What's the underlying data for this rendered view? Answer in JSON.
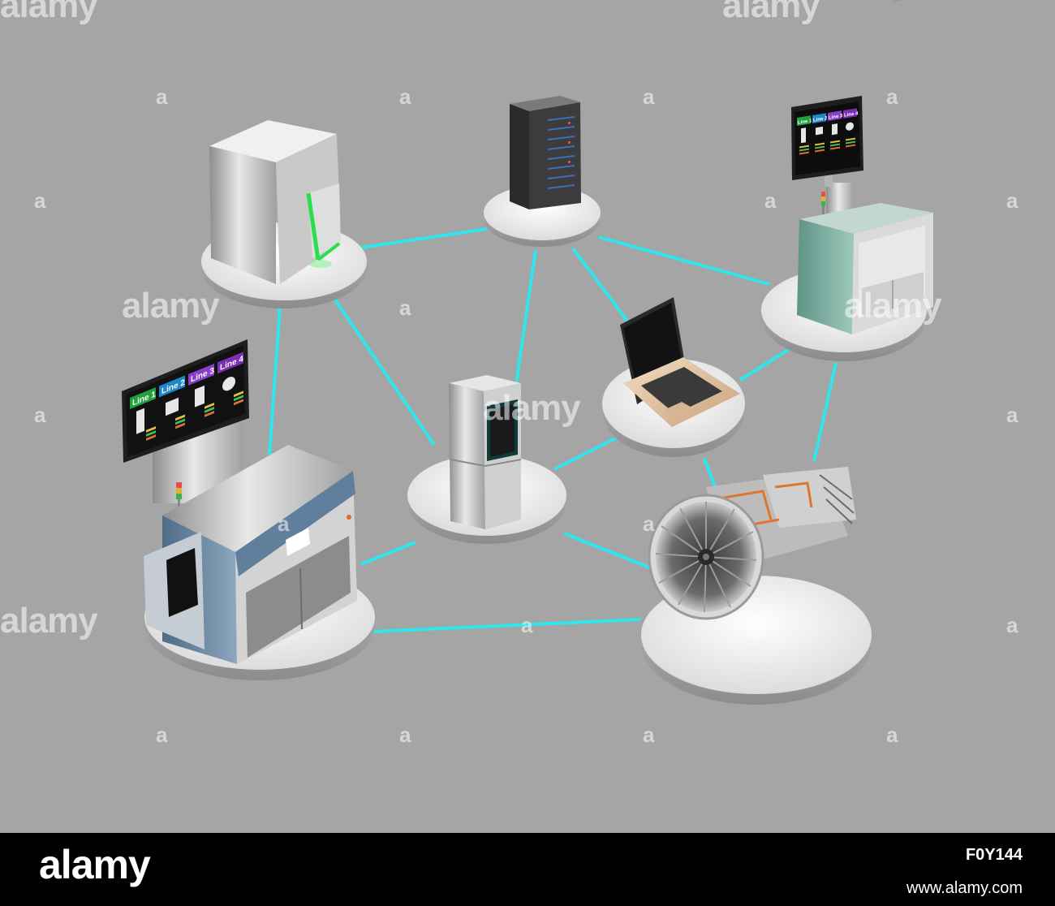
{
  "scene": {
    "background_color": "#a5a5a5",
    "link_color": "#2fe6ee",
    "nodes": [
      {
        "id": "metal-3d-printer",
        "icon": "industrial-3d-printer-icon"
      },
      {
        "id": "server-rack",
        "icon": "server-rack-icon"
      },
      {
        "id": "sls-printer",
        "icon": "industrial-printer-icon"
      },
      {
        "id": "large-printer",
        "icon": "industrial-3d-printer-icon"
      },
      {
        "id": "desktop-printer",
        "icon": "3d-printer-icon"
      },
      {
        "id": "laptop",
        "icon": "laptop-icon"
      },
      {
        "id": "jet-engine",
        "icon": "jet-engine-icon"
      }
    ]
  },
  "monitor_left": {
    "lines": [
      "Line 1",
      "Line 2",
      "Line 3",
      "Line 4"
    ],
    "line_colors": [
      "#20a040",
      "#1f86c8",
      "#8a3fc8",
      "#7a30b0"
    ]
  },
  "monitor_right": {
    "lines": [
      "Line 1",
      "Line 2",
      "Line 3",
      "Line 4"
    ],
    "line_colors": [
      "#20a040",
      "#1f86c8",
      "#8a3fc8",
      "#7a30b0"
    ]
  },
  "watermark": {
    "text": "alamy",
    "letter": "a"
  },
  "footer": {
    "logo": "alamy",
    "image_id": "F0Y144",
    "url": "www.alamy.com"
  }
}
